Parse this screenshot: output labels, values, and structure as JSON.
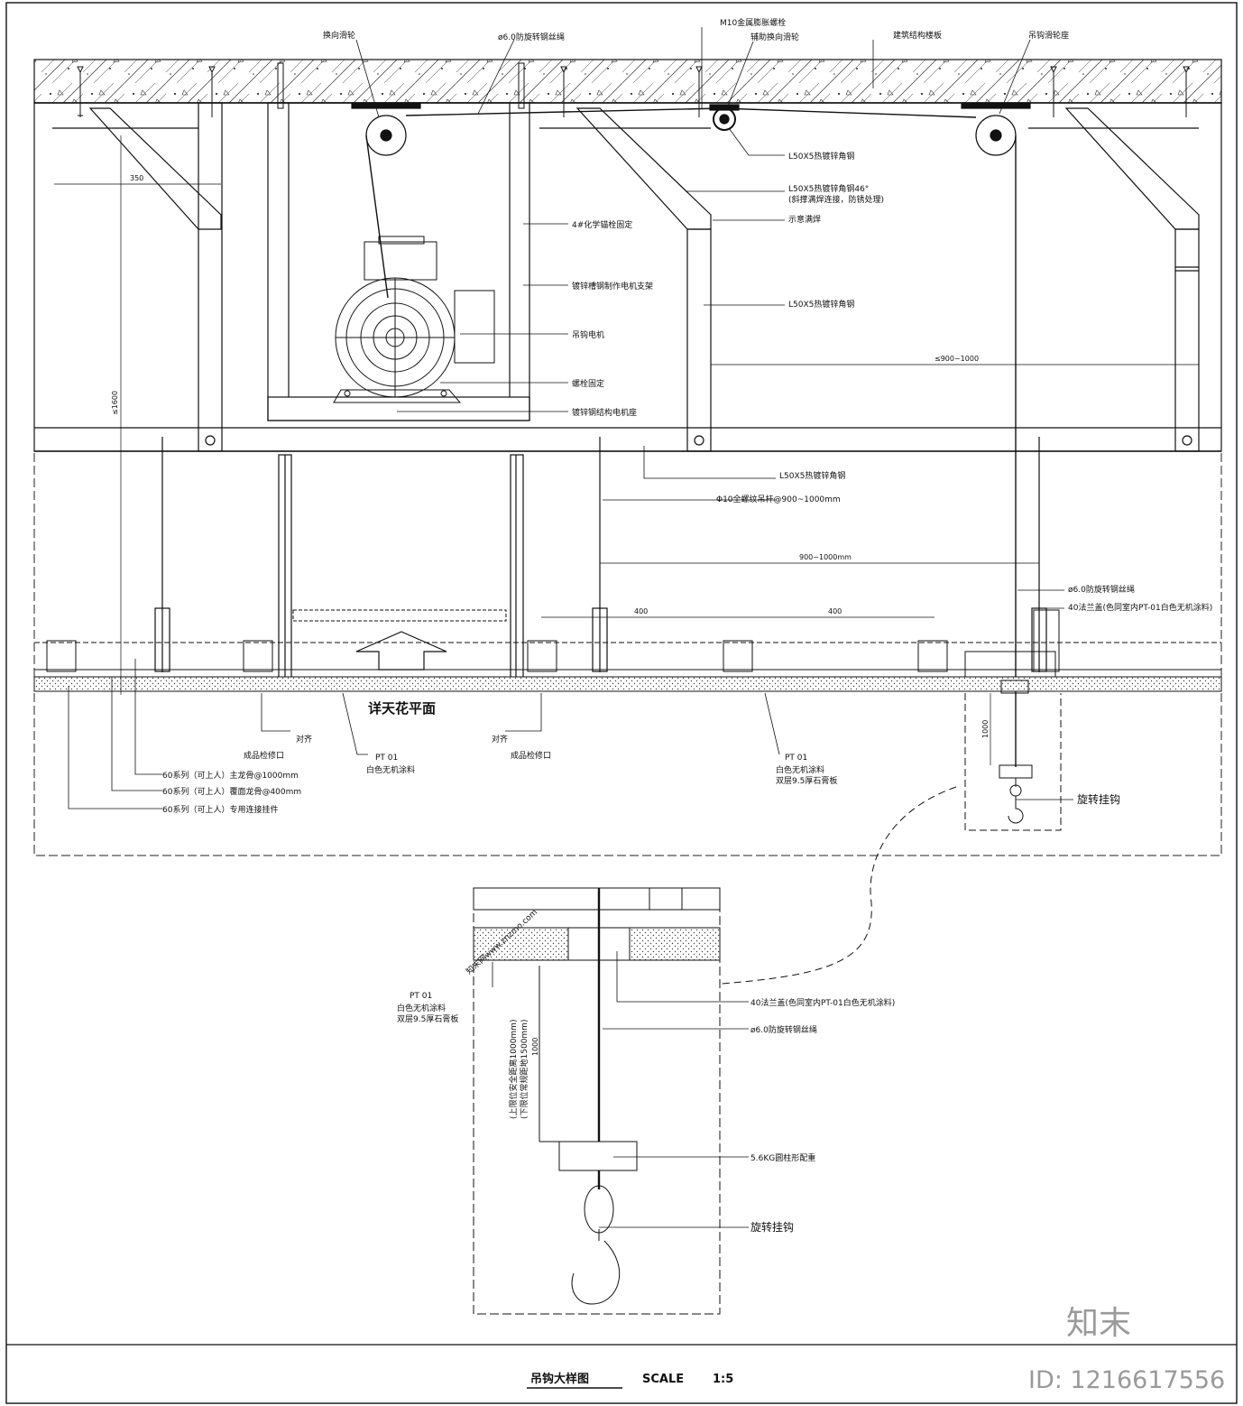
{
  "labels": {
    "redirect_pulley": "换向滑轮",
    "wire_rope_top": "ø6.0防旋转钢丝绳",
    "expansion_bolt": "M10金属膨胀螺栓",
    "aux_pulley": "辅助换向滑轮",
    "slab": "建筑结构楼板",
    "hook_pulley_seat": "吊钩滑轮座",
    "angle_steel_1": "L50X5热镀锌角钢",
    "angle_steel_46": "L50X5热镀锌角钢46°",
    "angle_steel_46_note": "(斜撑满焊连接，防锈处理)",
    "weld_note": "示意满焊",
    "chem_bolt": "4#化学锚栓固定",
    "channel_frame": "镀锌槽钢制作电机支架",
    "angle_steel_2": "L50X5热镀锌角钢",
    "hoist_motor": "吊钩电机",
    "bolt_fixed": "螺栓固定",
    "motor_base": "镀锌钢结构电机座",
    "angle_steel_3": "L50X5热镀锌角钢",
    "hanger_rod": "Φ10全螺纹吊杆@900~1000mm",
    "wire_rope_right": "ø6.0防旋转钢丝绳",
    "flange_right": "40法兰盖(色同室内PT-01白色无机涂料)",
    "detail_ceiling": "详天花平面",
    "finished_box_left": "成品检修口",
    "finished_box_right": "成品检修口",
    "align_left": "对齐",
    "align_right": "对齐",
    "pt01_a": "PT 01",
    "pt01_a_desc": "白色无机涂料",
    "pt01_b": "PT 01",
    "pt01_b_desc1": "白色无机涂料",
    "pt01_b_desc2": "双层9.5厚石膏板",
    "main_keel": "60系列（可上人）主龙骨@1000mm",
    "cover_keel": "60系列（可上人）覆面龙骨@400mm",
    "connector": "60系列（可上人）专用连接挂件",
    "swivel_hook_top": "旋转挂钩",
    "pt01_c": "PT 01",
    "pt01_c_desc1": "白色无机涂料",
    "pt01_c_desc2": "双层9.5厚石膏板",
    "flange_detail": "40法兰盖(色同室内PT-01白色无机涂料)",
    "wire_rope_detail": "ø6.0防旋转钢丝绳",
    "counterweight": "5.6KG圆柱形配重",
    "swivel_hook_detail": "旋转挂钩",
    "limit_upper": "(上限位安全距离1000mm)",
    "limit_lower": "(下限位常规距地1500mm)"
  },
  "dimensions": {
    "d350": "350",
    "d1600": "≤1600",
    "d900_1000_top": "≤900~1000",
    "d900_1000_mid": "900~1000mm",
    "d400_a": "400",
    "d400_b": "400",
    "d1000_right": "1000",
    "d1000_detail": "1000"
  },
  "title_block": {
    "title": "吊钩大样图",
    "scale_label": "SCALE",
    "scale_value": "1:5"
  },
  "watermark": {
    "logo": "知末",
    "id": "ID: 1216617556",
    "site": "知末网www.znzmo.com"
  }
}
